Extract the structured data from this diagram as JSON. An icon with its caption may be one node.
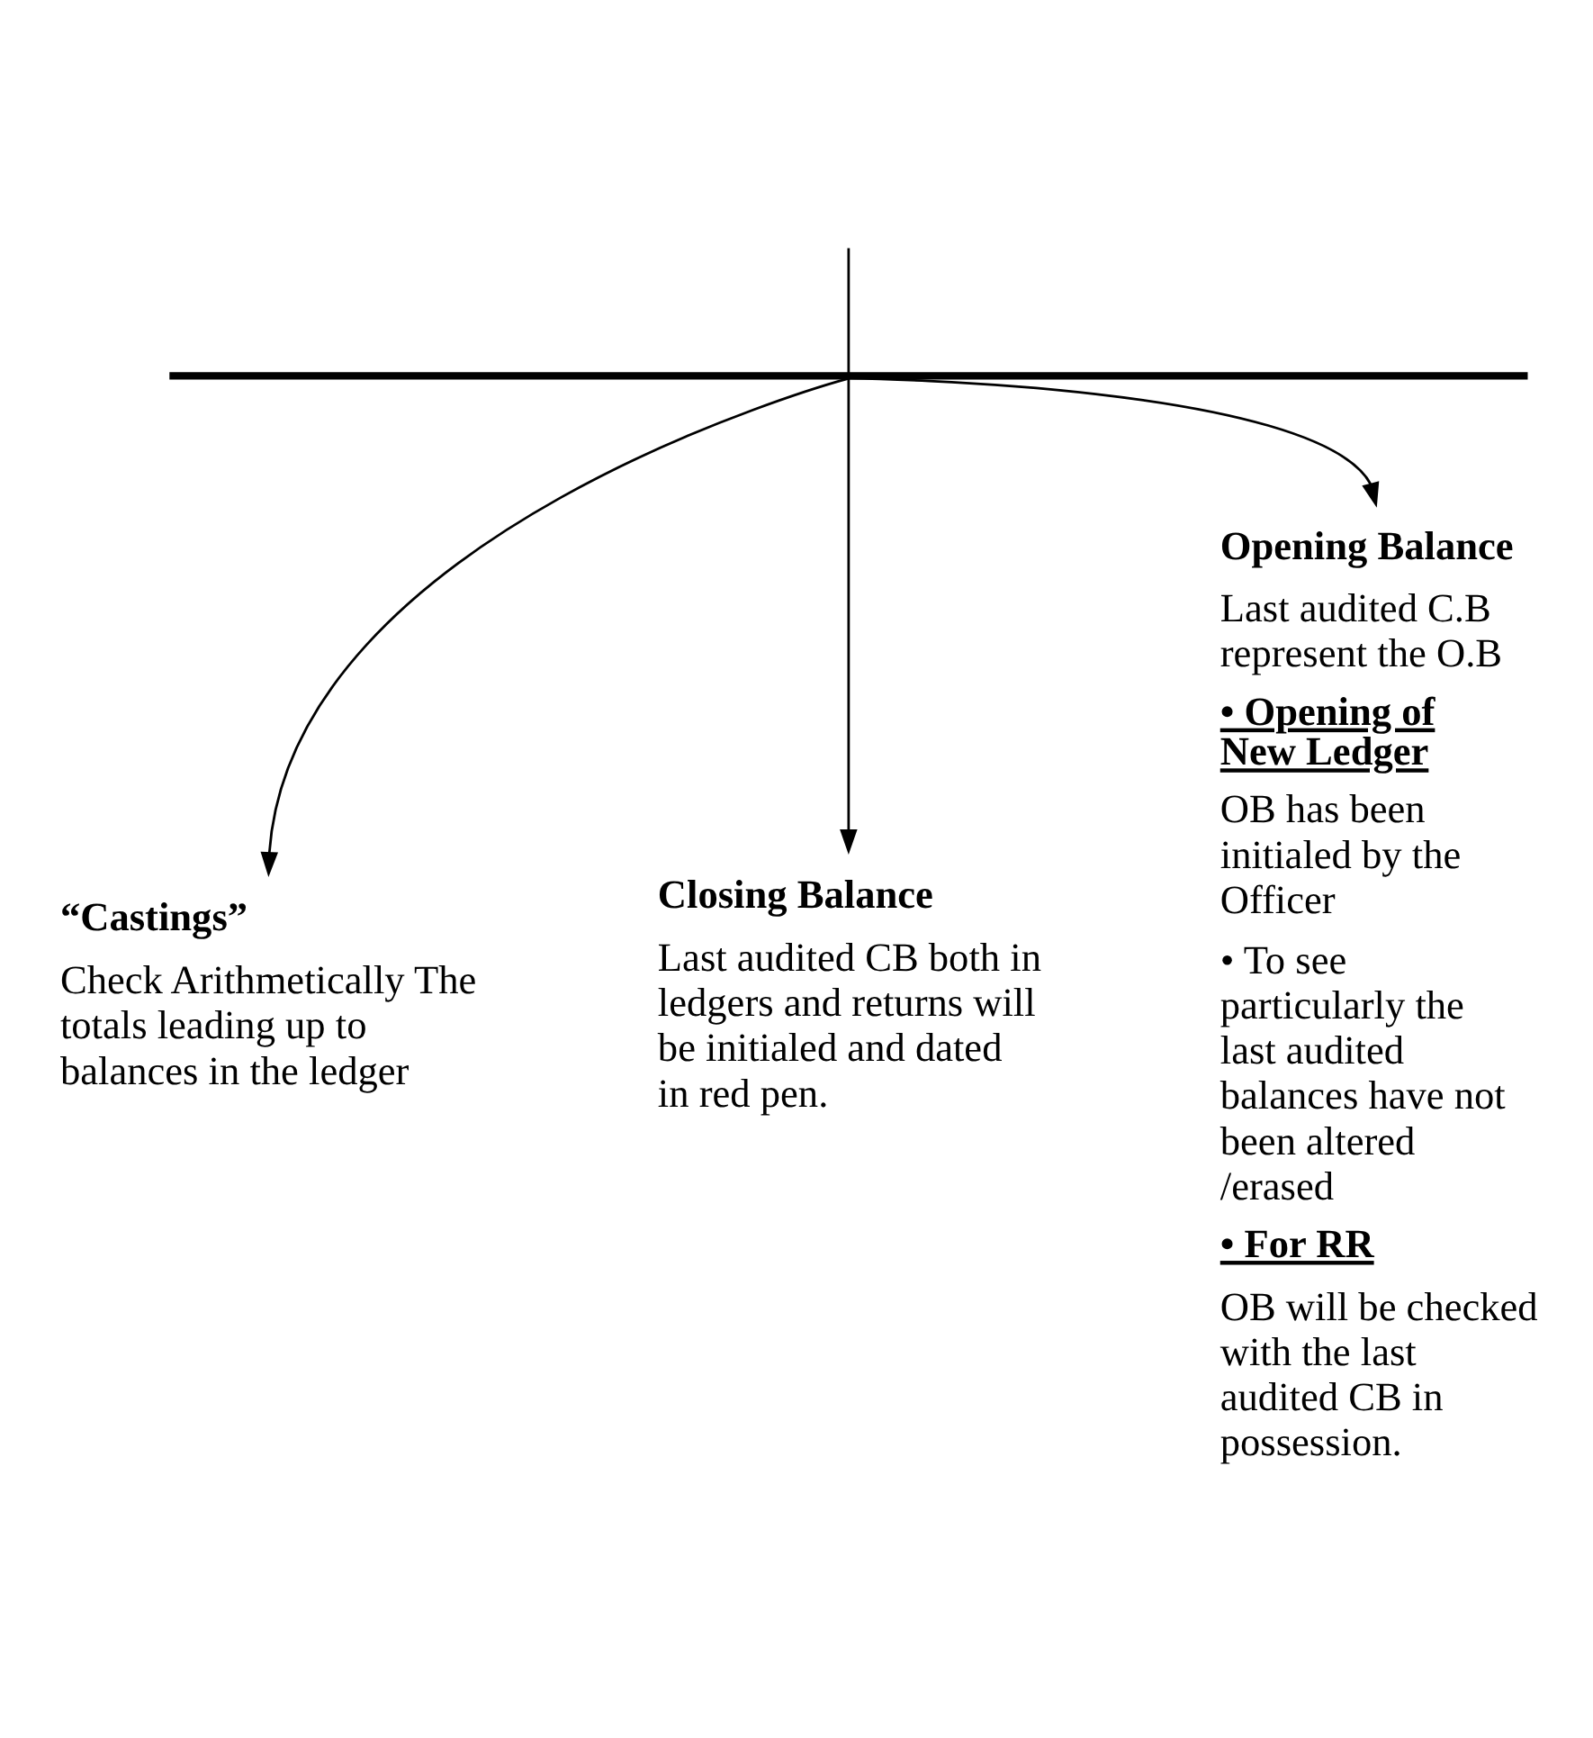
{
  "diagram": {
    "nodes": [
      {
        "text": [],
        "shape": "bar"
      },
      {
        "text": [
          "“Castings”",
          "Check Arithmetically The totals leading up to balances in the ledger"
        ]
      },
      {
        "text": [
          "Closing Balance",
          "Last audited CB both in ledgers and returns will be initialed and dated in red pen."
        ]
      },
      {
        "text": [
          "Opening Balance",
          "Last audited C.B represent the O.B",
          "• Opening of New Ledger",
          "OB has been initialed by the Officer",
          "• To see particularly the last audited balances have not been altered /erased",
          "• For RR",
          "OB will be checked with the last audited CB in possession."
        ]
      }
    ],
    "edges": [
      {
        "from": null,
        "to": 0,
        "arrow": "none"
      },
      {
        "from": 0,
        "to": 1,
        "arrow": "to"
      },
      {
        "from": 0,
        "to": 2,
        "arrow": "to"
      },
      {
        "from": 0,
        "to": 3,
        "arrow": "to"
      }
    ]
  }
}
